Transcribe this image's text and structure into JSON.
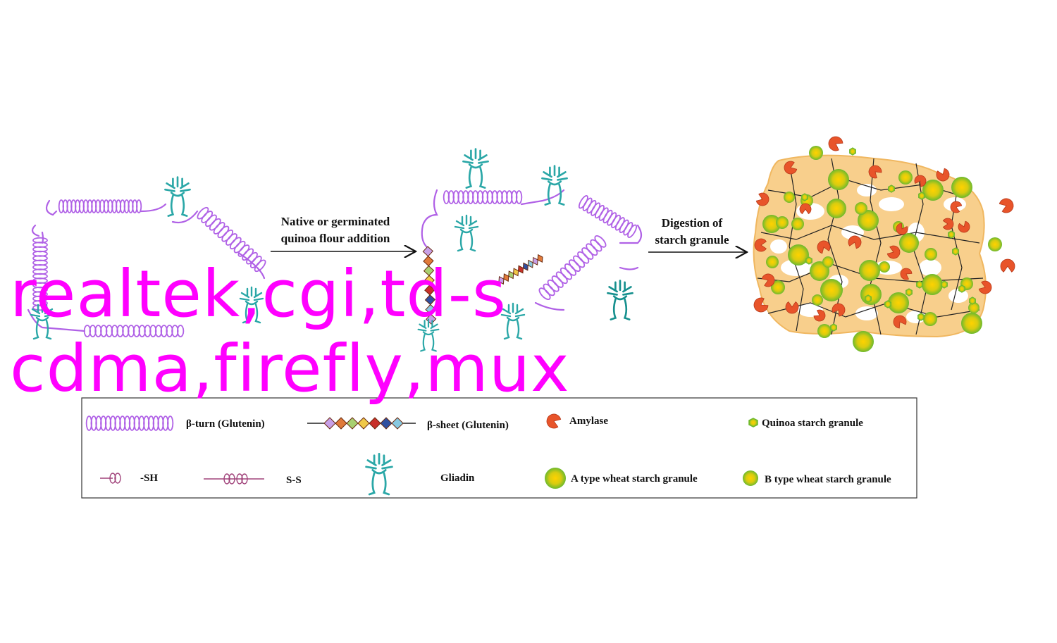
{
  "arrows": {
    "arrow1": {
      "line1": "Native or germinated",
      "line2": "quinoa flour addition"
    },
    "arrow2": {
      "line1": "Digestion of",
      "line2": "starch granule"
    }
  },
  "legend": {
    "beta_turn": "β-turn (Glutenin)",
    "beta_sheet": "β-sheet (Glutenin)",
    "amylase": "Amylase",
    "quinoa_granule": "Quinoa starch granule",
    "sh": "-SH",
    "ss": "S-S",
    "gliadin": "Gliadin",
    "a_type_granule": "A type wheat starch granule",
    "b_type_granule": "B type wheat starch  granule"
  },
  "overlay": {
    "line1": "realtek,cgi,td-s",
    "line2": "cdma,firefly,mux"
  },
  "colors": {
    "glutenin": "#b061e6",
    "gliadin": "#2aa7a7",
    "amylase": "#e8542a",
    "granule_outer": "#7cc230",
    "granule_inner": "#f0d400",
    "dough_matrix": "#f8cf8c",
    "overlay_text": "#ff00ff"
  },
  "icons": [
    "glutenin-coil-icon",
    "gliadin-icon",
    "amylase-icon",
    "starch-granule-icon",
    "beta-sheet-icon",
    "disulfide-icon",
    "sulfhydryl-icon"
  ]
}
